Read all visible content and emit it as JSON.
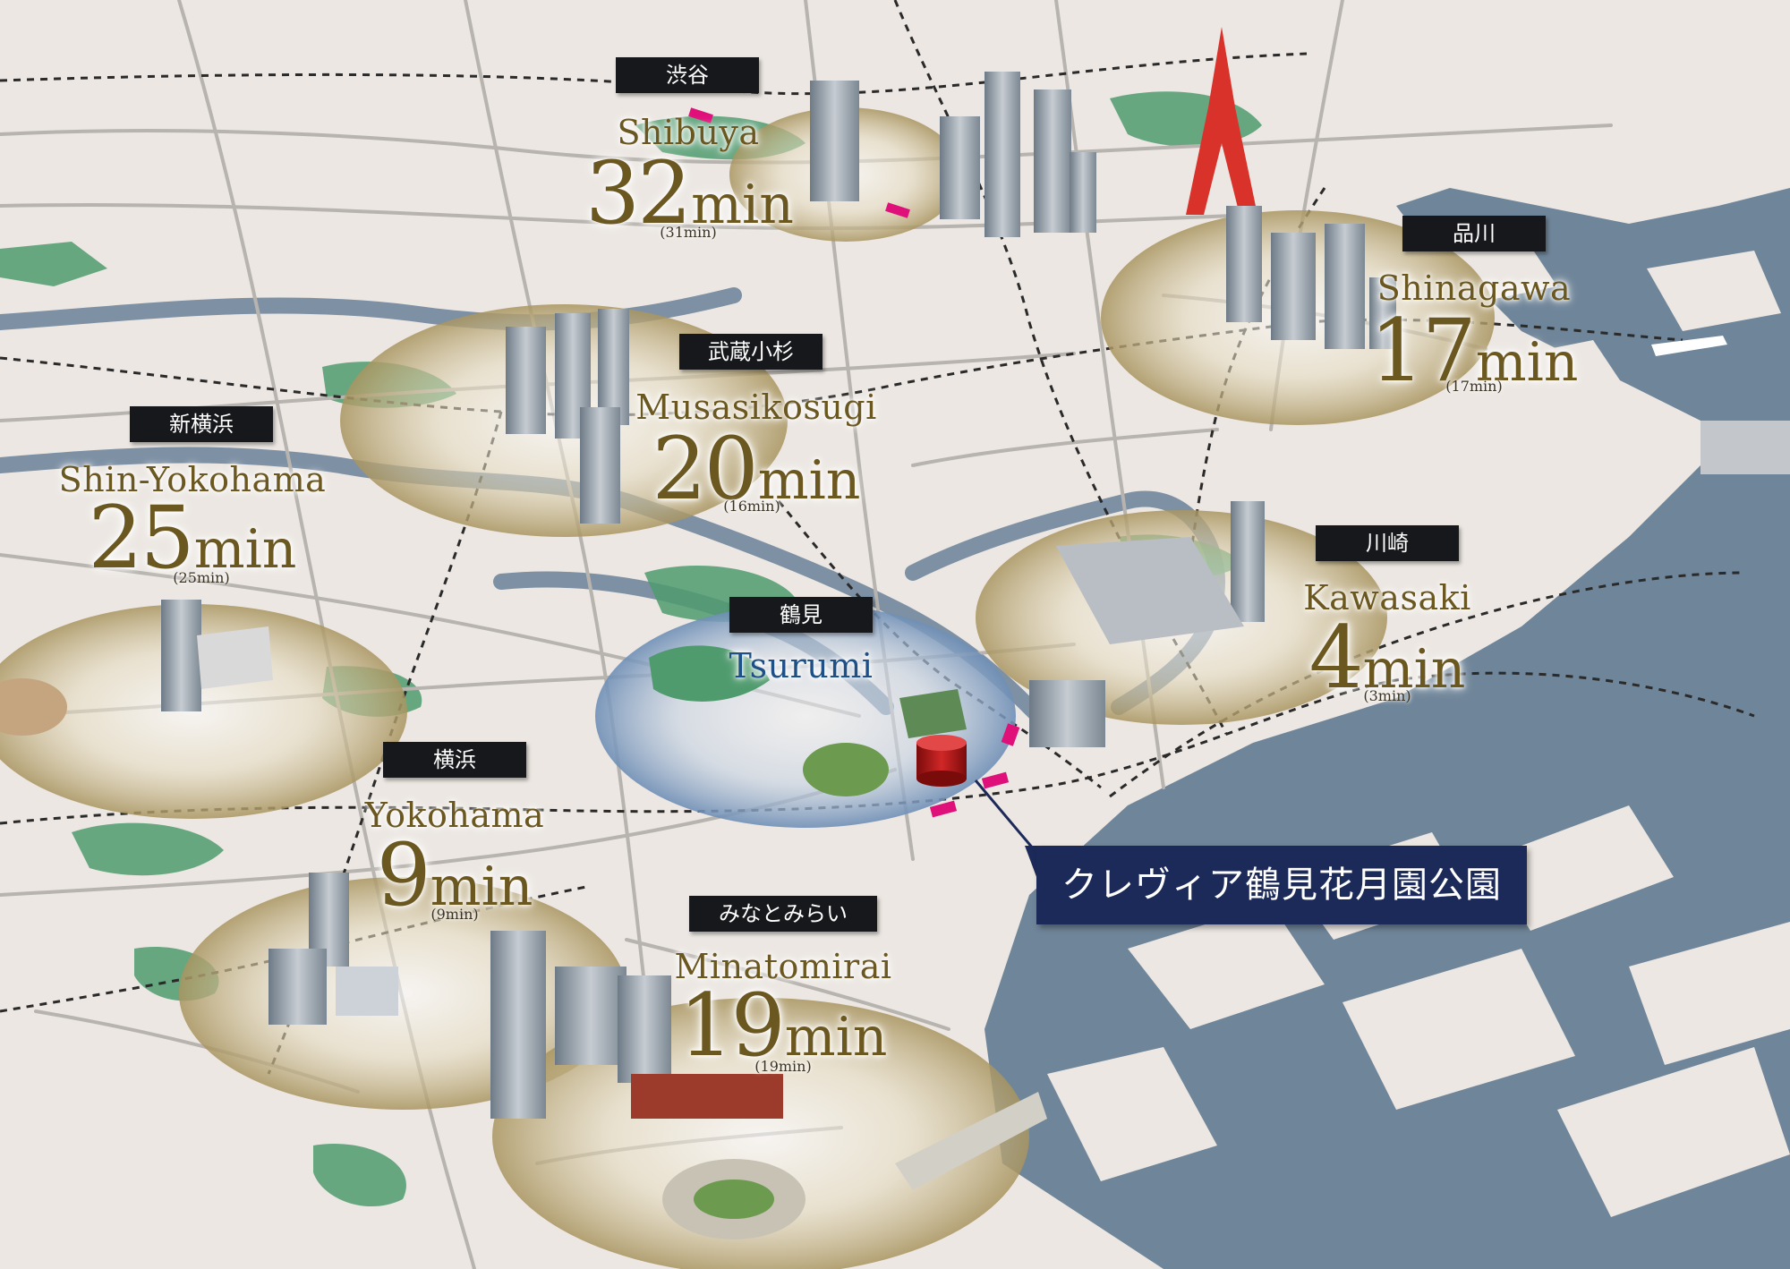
{
  "stations": {
    "shibuya": {
      "jp": "渋谷",
      "en": "Shibuya",
      "time": "32",
      "unit": "min",
      "sub": "(31min)"
    },
    "shinagawa": {
      "jp": "品川",
      "en": "Shinagawa",
      "time": "17",
      "unit": "min",
      "sub": "(17min)"
    },
    "musashikosugi": {
      "jp": "武蔵小杉",
      "en": "Musasikosugi",
      "time": "20",
      "unit": "min",
      "sub": "(16min)"
    },
    "shinyokohama": {
      "jp": "新横浜",
      "en": "Shin-Yokohama",
      "time": "25",
      "unit": "min",
      "sub": "(25min)"
    },
    "tsurumi": {
      "jp": "鶴見",
      "en": "Tsurumi"
    },
    "kawasaki": {
      "jp": "川崎",
      "en": "Kawasaki",
      "time": "4",
      "unit": "min",
      "sub": "(3min)"
    },
    "yokohama": {
      "jp": "横浜",
      "en": "Yokohama",
      "time": "9",
      "unit": "min",
      "sub": "(9min)"
    },
    "minatomirai": {
      "jp": "みなとみらい",
      "en": "Minatomirai",
      "time": "19",
      "unit": "min",
      "sub": "(19min)"
    }
  },
  "property": {
    "label": "クレヴィア鶴見花月園公園"
  },
  "colors": {
    "land": "#ece7e2",
    "water": "#6f8599",
    "road": "#b7b3ae",
    "river": "#7d90a4",
    "park": "#4f9b6e",
    "halo": "#c8b98a",
    "tsurumi_halo": "#7b9cc0",
    "time_text": "#6b5720",
    "label_bg": "#17181b",
    "property_bg": "#1c2a5a",
    "station_marker": "#e0107a",
    "property_marker": "#b31313"
  }
}
